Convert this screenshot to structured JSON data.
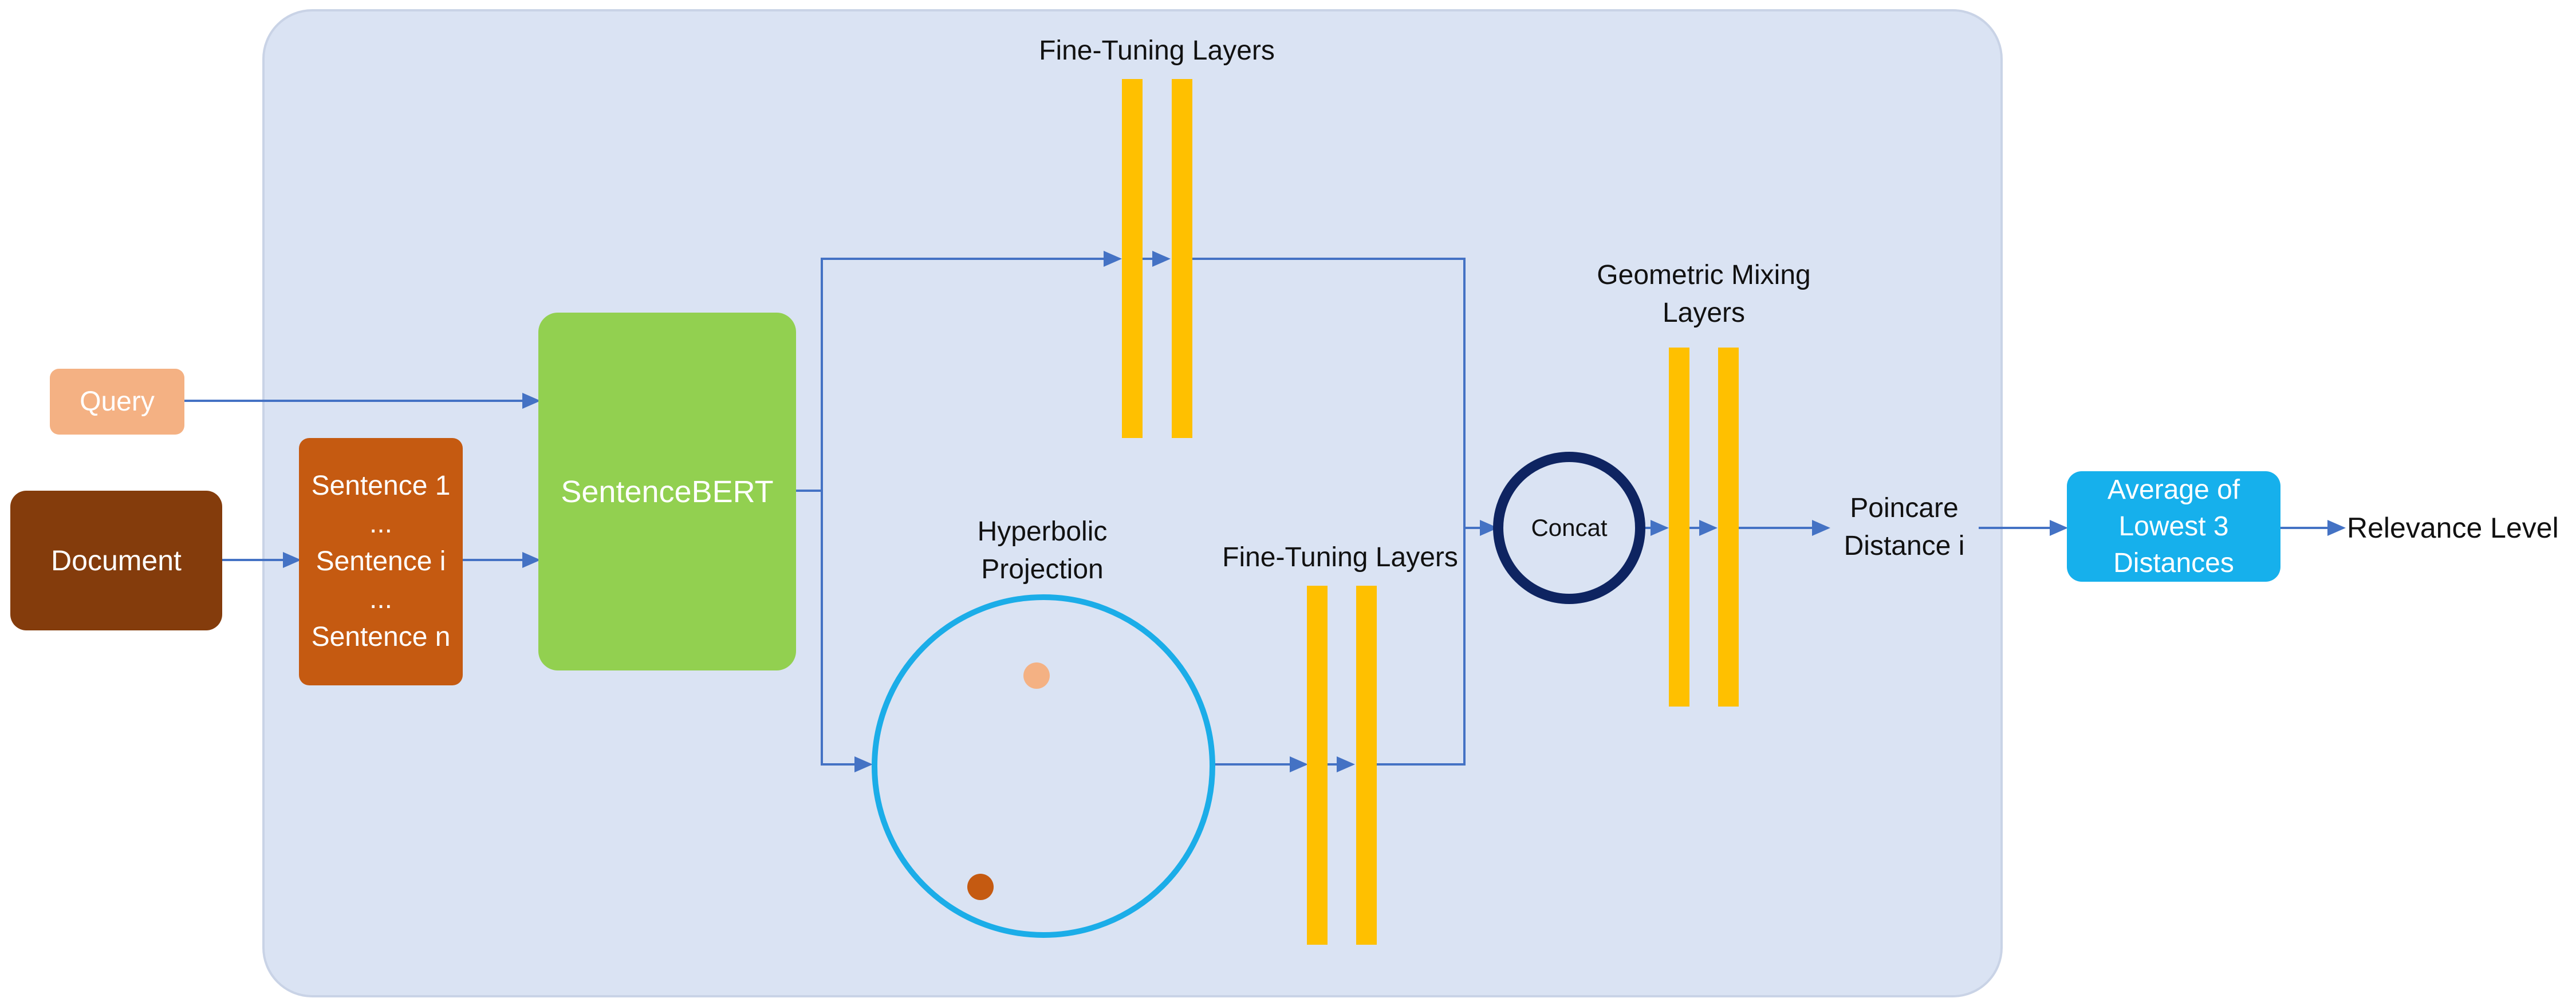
{
  "nodes": {
    "query": {
      "label": "Query"
    },
    "document": {
      "label": "Document"
    },
    "sentences": {
      "lines": [
        "Sentence 1",
        "...",
        "Sentence i",
        "...",
        "Sentence n"
      ]
    },
    "sentencebert": {
      "label": "SentenceBERT"
    },
    "concat": {
      "label": "Concat"
    },
    "average": {
      "lines": [
        "Average of",
        "Lowest 3",
        "Distances"
      ]
    }
  },
  "labels": {
    "fine_tuning_top": "Fine-Tuning Layers",
    "fine_tuning_bottom": "Fine-Tuning Layers",
    "geometric_mixing": [
      "Geometric Mixing",
      "Layers"
    ],
    "hyperbolic_projection": [
      "Hyperbolic",
      "Projection"
    ],
    "poincare_distance": [
      "Poincare",
      "Distance i"
    ],
    "relevance_level": "Relevance Level"
  },
  "colors": {
    "panel": "#DAE3F3",
    "panel_border": "#C9D3E6",
    "query": "#F4B183",
    "document": "#843C0C",
    "sentences": "#C55A11",
    "sentencebert": "#92D050",
    "layer_bar": "#FFC000",
    "arrow": "#4472C4",
    "hyperbolic_circle": "#1BADE8",
    "concat_ring": "#0E2461",
    "average": "#16B0EC",
    "dot_light": "#F4B183",
    "dot_dark": "#C55A11"
  }
}
